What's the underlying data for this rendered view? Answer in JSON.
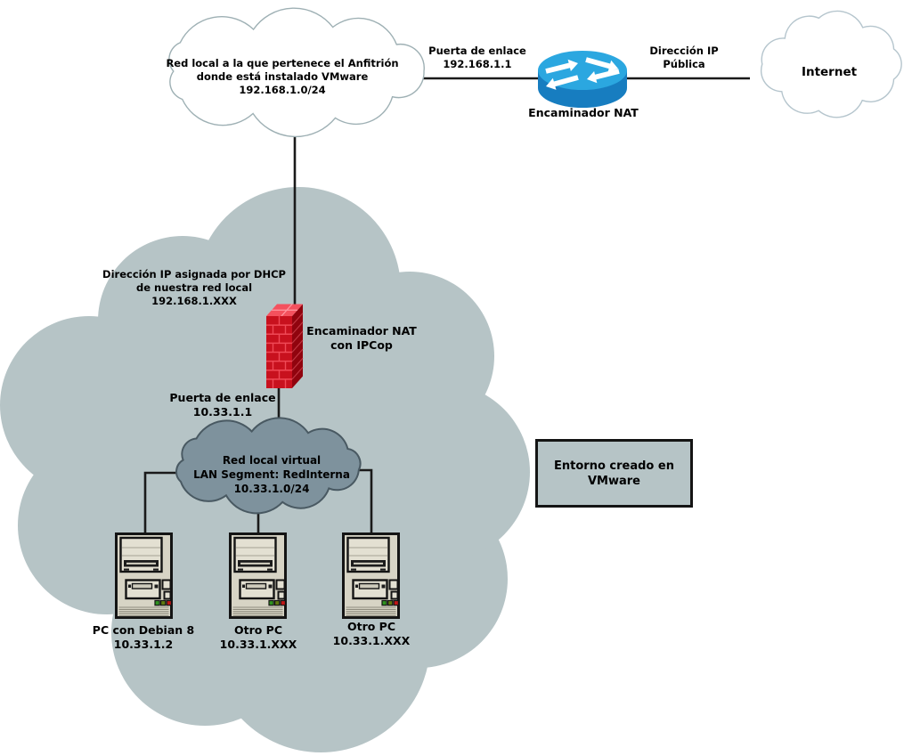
{
  "diagram": {
    "host_cloud": {
      "lines": [
        "Red local a la que pertenece el Anfitrión",
        "donde está instalado VMware",
        "192.168.1.0/24"
      ]
    },
    "wan_gateway": {
      "lines": [
        "Puerta de enlace",
        "192.168.1.1"
      ]
    },
    "public_ip": {
      "lines": [
        "Dirección IP",
        "Pública"
      ]
    },
    "internet": {
      "label": "Internet"
    },
    "router": {
      "label": "Encaminador NAT"
    },
    "dhcp": {
      "lines": [
        "Dirección IP asignada por DHCP",
        "de nuestra red local",
        "192.168.1.XXX"
      ]
    },
    "firewall": {
      "lines": [
        "Encaminador NAT",
        "con IPCop"
      ]
    },
    "lan_gateway": {
      "lines": [
        "Puerta de enlace",
        "10.33.1.1"
      ]
    },
    "lan_cloud": {
      "lines": [
        "Red local virtual",
        "LAN Segment: RedInterna",
        "10.33.1.0/24"
      ]
    },
    "pcs": [
      {
        "name": "PC con Debian 8",
        "ip": "10.33.1.2"
      },
      {
        "name": "Otro PC",
        "ip": "10.33.1.XXX"
      },
      {
        "name": "Otro PC",
        "ip": "10.33.1.XXX"
      }
    ],
    "vmware_box": {
      "lines": [
        "Entorno creado en",
        "VMware"
      ]
    },
    "colors": {
      "environment_cloud": "#b6c4c6",
      "virtual_lan_cloud_fill": "#7e929d",
      "virtual_lan_cloud_stroke": "#495962",
      "external_cloud_fill": "#ffffff",
      "external_cloud_stroke": "#9eb0b4",
      "internet_cloud_stroke": "#b5c5cd",
      "router_top": "#2ba7e0",
      "router_body": "#177dc0",
      "firewall_front": "#c8111e",
      "firewall_mortar": "#ef4956",
      "firewall_top": "#f4515e",
      "firewall_side": "#90040e",
      "firewall_side_line": "#bf3540",
      "pc_body": "#d7d4c5",
      "line": "#1a1a1a"
    }
  }
}
